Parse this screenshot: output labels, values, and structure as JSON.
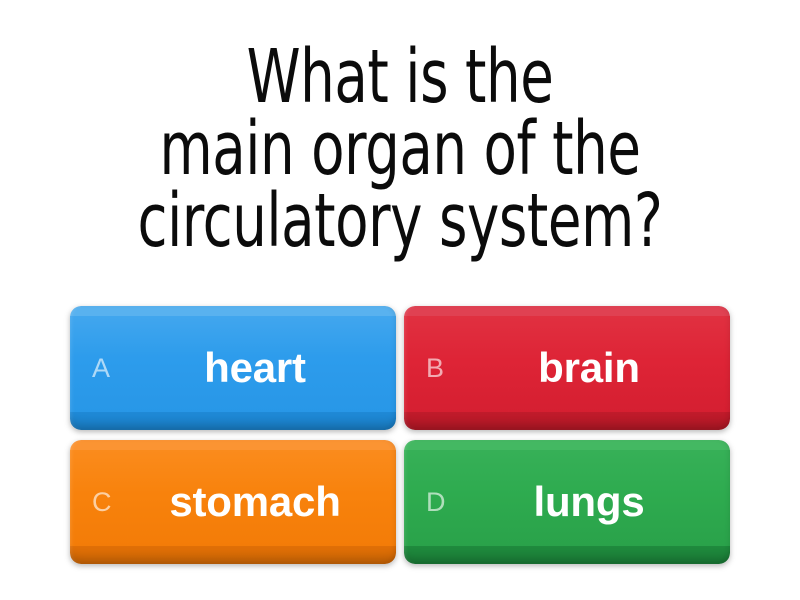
{
  "question": {
    "text": "What is the\nmain organ of the\ncirculatory system?",
    "lines": [
      "What is the",
      "main organ of the",
      "circulatory system?"
    ]
  },
  "answers": [
    {
      "letter": "A",
      "label": "heart",
      "color": "#2D9CEC",
      "edge_color": "#1A82CC",
      "color_name": "blue"
    },
    {
      "letter": "B",
      "label": "brain",
      "color": "#DE2436",
      "edge_color": "#B61826",
      "color_name": "red"
    },
    {
      "letter": "C",
      "label": "stomach",
      "color": "#F8820C",
      "edge_color": "#D56A05",
      "color_name": "orange"
    },
    {
      "letter": "D",
      "label": "lungs",
      "color": "#2EAB4F",
      "edge_color": "#1B8038",
      "color_name": "green"
    }
  ],
  "theme": {
    "background": "#FFFFFF",
    "question_color": "#0B0B0B",
    "label_color": "#FFFFFF"
  }
}
